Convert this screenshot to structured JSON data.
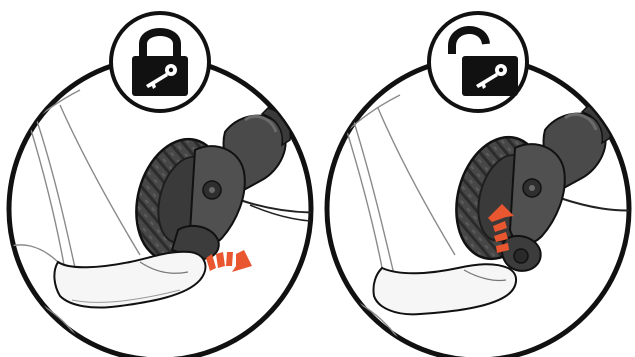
{
  "panels": [
    {
      "state": "locked",
      "icon": "padlock-closed-icon",
      "arrow": "rotate-down-right"
    },
    {
      "state": "unlocked",
      "icon": "padlock-open-icon",
      "arrow": "rotate-up"
    }
  ],
  "colors": {
    "outline": "#111111",
    "brake_body": "#4a4a4a",
    "brake_shadow": "#2f2f2f",
    "brake_highlight": "#6a6a6a",
    "shoe": "#f6f6f6",
    "leg_line": "#8a8a8a",
    "arrow": "#e8572f",
    "icon_bg": "#111111",
    "icon_fg": "#ffffff"
  }
}
